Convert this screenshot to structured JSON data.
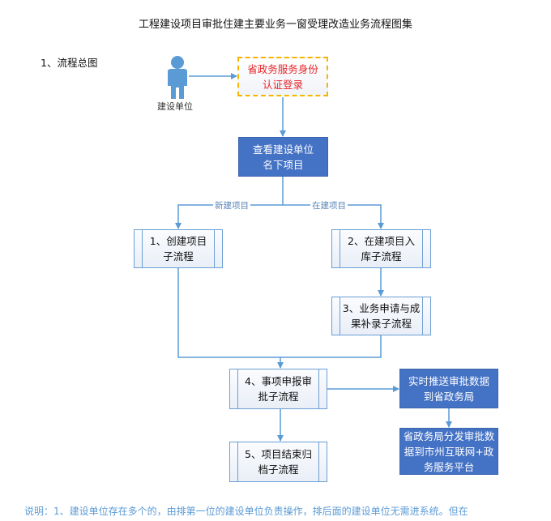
{
  "title": "工程建设项目审批住建主要业务一窗受理改造业务流程图集",
  "section": "1、流程总图",
  "actor": {
    "label": "建设单位",
    "icon": "person-icon"
  },
  "nodes": {
    "login": "省政务服务身份认证登录",
    "view_projects": "查看建设单位名下项目",
    "create_project": "1、创建项目子流程",
    "inprogress_entry": "2、在建项目入库子流程",
    "business_apply": "3、业务申请与成果补录子流程",
    "approval": "4、事项申报审批子流程",
    "archive": "5、项目结束归档子流程",
    "push_data": "实时推送审批数据到省政务局",
    "distribute": "省政务局分发审批数据到市州互联网+政务服务平台"
  },
  "edges": {
    "new_project": "新建项目",
    "in_progress": "在建项目"
  },
  "note": "说明：1、建设单位存在多个的，由排第一位的建设单位负责操作，排后面的建设单位无需进系统。但在",
  "colors": {
    "line": "#5b9bd5",
    "blue_box": "#4472c4",
    "login_text": "#e8262a",
    "login_border": "#f7b500"
  }
}
